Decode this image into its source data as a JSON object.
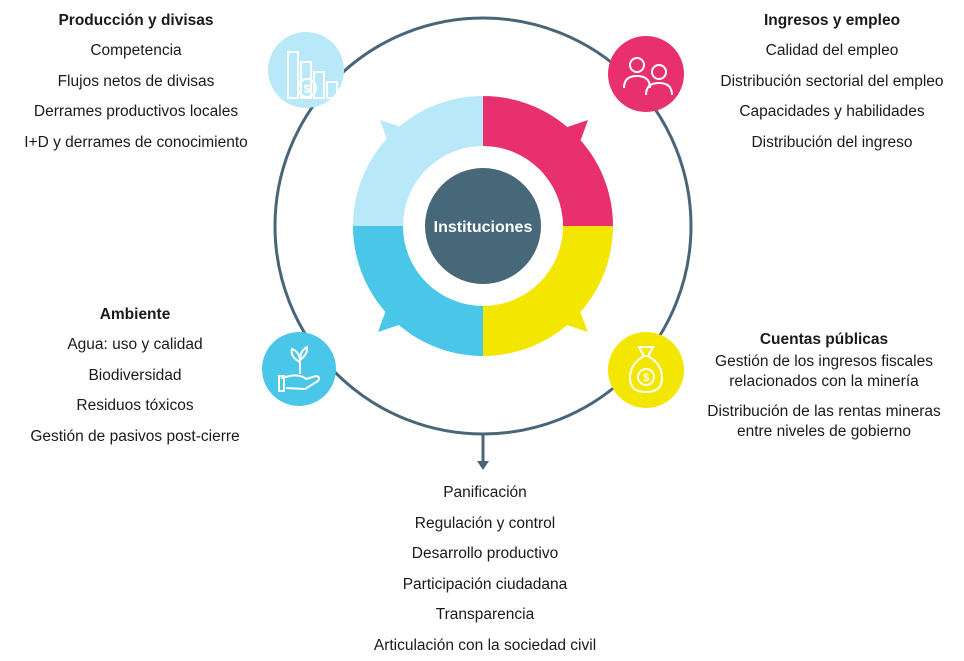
{
  "center": {
    "label": "Instituciones"
  },
  "colors": {
    "ring": "#4a6577",
    "center": "#476879",
    "pink": "#e8306f",
    "yellow": "#f3e600",
    "cyan": "#4ac6e8",
    "light_blue": "#b9e9f8"
  },
  "produccion": {
    "icon": "chart-coin-icon",
    "title": "Producción y divisas",
    "items": [
      "Competencia",
      "Flujos  netos de divisas",
      "Derrames productivos locales",
      "I+D y derrames de conocimiento"
    ]
  },
  "ingresos": {
    "icon": "people-icon",
    "title": "Ingresos y empleo",
    "items": [
      "Calidad del empleo",
      "Distribución sectorial del empleo",
      "Capacidades y habilidades",
      "Distribución del ingreso"
    ]
  },
  "ambiente": {
    "icon": "hand-plant-icon",
    "title": "Ambiente",
    "items": [
      "Agua: uso y calidad",
      "Biodiversidad",
      "Residuos tóxicos",
      "Gestión de pasivos post-cierre"
    ]
  },
  "cuentas": {
    "icon": "money-bag-icon",
    "title": "Cuentas públicas",
    "items": [
      "Gestión de los ingresos fiscales relacionados con la minería",
      "Distribución de las rentas mineras entre niveles de gobierno"
    ]
  },
  "bottom": {
    "items": [
      "Panificación",
      "Regulación y control",
      "Desarrollo productivo",
      "Participación ciudadana",
      "Transparencia",
      "Articulación con la sociedad civil"
    ]
  }
}
